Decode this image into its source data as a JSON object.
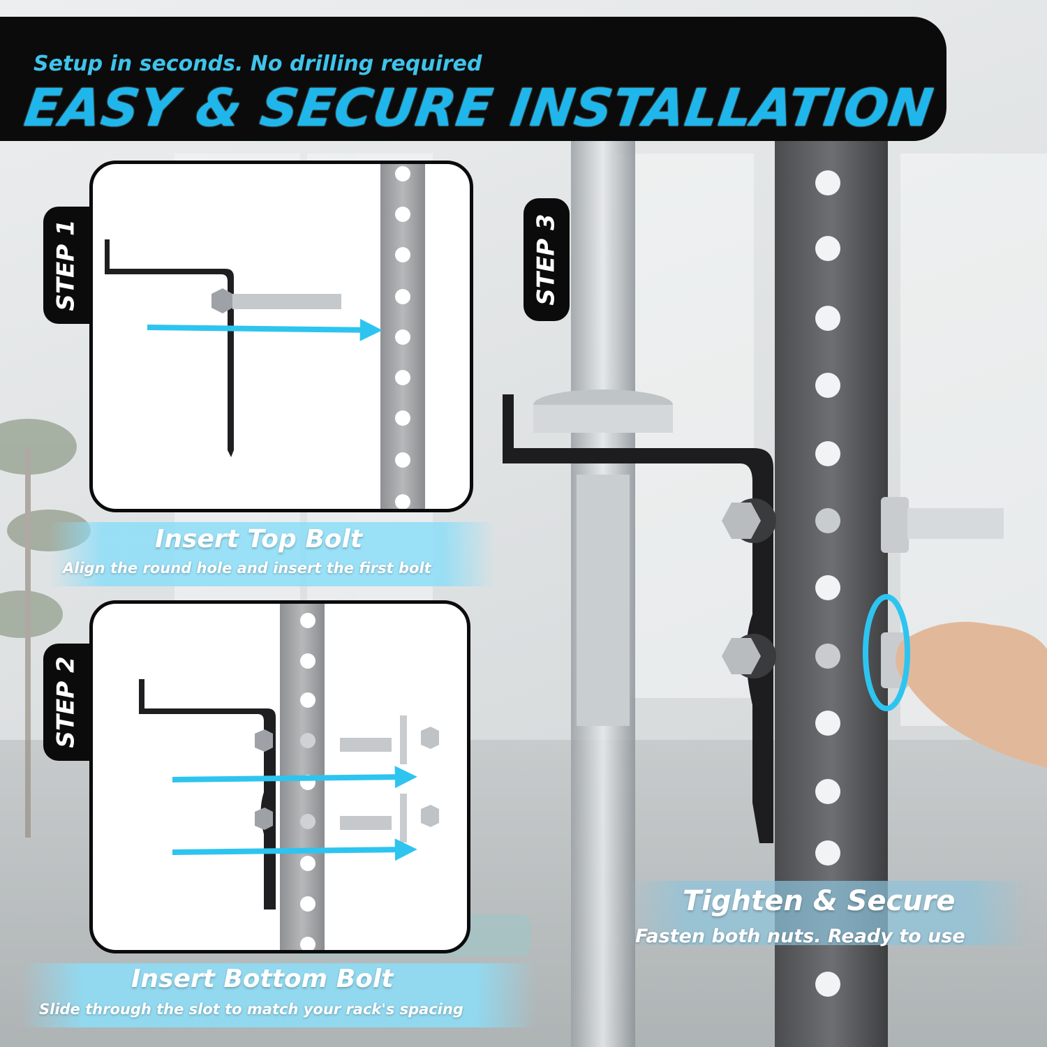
{
  "header": {
    "subtitle": "Setup in seconds. No drilling required",
    "title": "EASY & SECURE INSTALLATION"
  },
  "steps": [
    {
      "tab": "STEP 1",
      "title": "Insert Top Bolt",
      "desc": "Align the round hole and insert the first bolt"
    },
    {
      "tab": "STEP 2",
      "title": "Insert Bottom Bolt",
      "desc": "Slide through the slot to match your rack's spacing"
    },
    {
      "tab": "STEP 3",
      "title": "Tighten & Secure",
      "desc": "Fasten both nuts. Ready to use"
    }
  ],
  "colors": {
    "accent": "#1fb6ec",
    "header_bg": "#0b0b0b",
    "arrow": "#2ec4f0"
  }
}
